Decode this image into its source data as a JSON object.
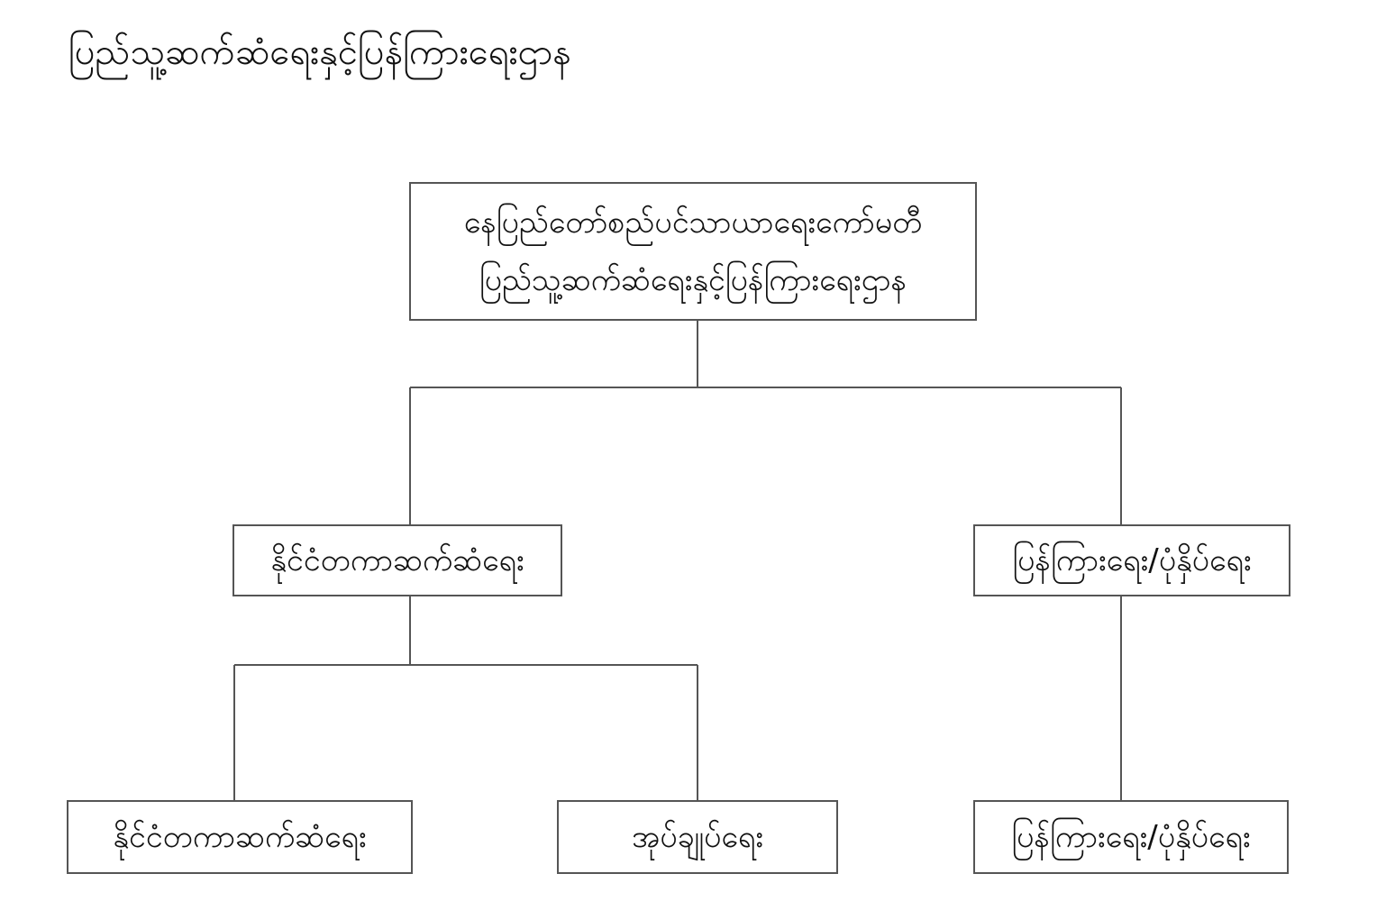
{
  "title": "ပြည်သူ့ဆက်ဆံရေးနှင့်ပြန်ကြားရေးဌာန",
  "colors": {
    "line": "#555555",
    "box_border": "#555555",
    "text": "#111111",
    "background": "#ffffff"
  },
  "org_chart": {
    "root": {
      "line1": "နေပြည်တော်စည်ပင်သာယာရေးကော်မတီ",
      "line2": "ပြည်သူ့ဆက်ဆံရေးနှင့်ပြန်ကြားရေးဌာန"
    },
    "level2": {
      "diplomacy": "နိုင်ငံတကာဆက်ဆံရေး",
      "publicity": "ပြန်ကြားရေး/ပုံနှိပ်ရေး"
    },
    "level3": {
      "diplomacy_sub": "နိုင်ငံတကာဆက်ဆံရေး",
      "admin_sub": "အုပ်ချုပ်ရေး",
      "publicity_sub": "ပြန်ကြားရေး/ပုံနှိပ်ရေး"
    }
  }
}
